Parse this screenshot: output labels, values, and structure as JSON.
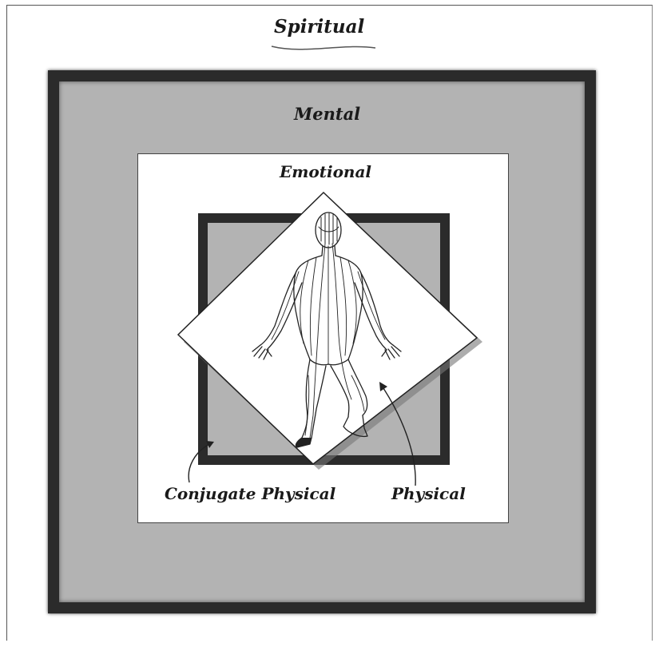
{
  "diagram": {
    "labels": {
      "spiritual": "Spiritual",
      "mental": "Mental",
      "emotional": "Emotional",
      "conjugate_physical": "Conjugate Physical",
      "physical": "Physical"
    },
    "colors": {
      "mental_fill": "#b3b3b3",
      "border_dark": "#2b2b2b",
      "emotional_fill": "#ffffff",
      "conjugate_fill": "#b3b3b3",
      "physical_fill": "#ffffff"
    }
  }
}
